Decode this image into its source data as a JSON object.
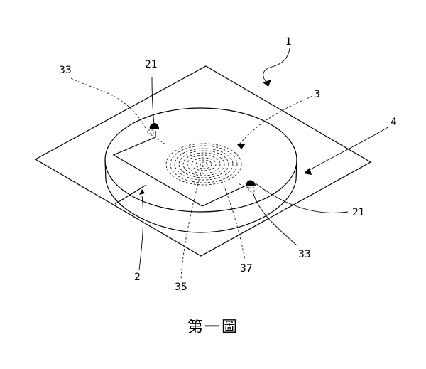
{
  "figure": {
    "caption": "第一圖",
    "reference_numerals": {
      "assembly": "1",
      "substrate": "2",
      "coil": "3",
      "disc": "4",
      "contact_upper": "21",
      "contact_lower": "21",
      "trace_upper": "33",
      "trace_lower": "33",
      "coil_center": "35",
      "coil_outer": "37"
    }
  }
}
